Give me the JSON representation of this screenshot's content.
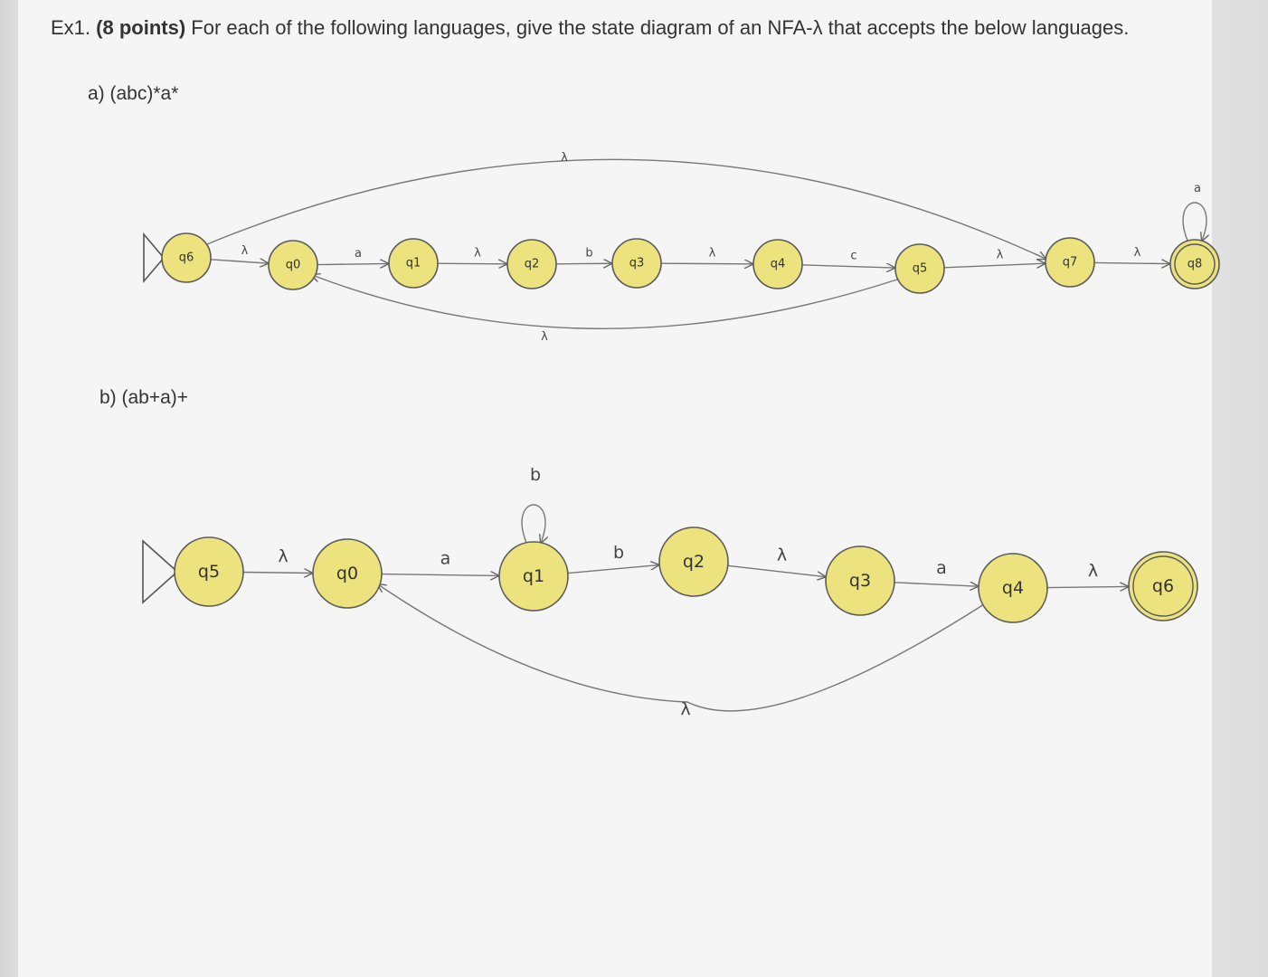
{
  "question": {
    "prefix": "Ex1.",
    "points": "(8 points)",
    "text": "For each of the following languages, give the state diagram of an NFA-λ that accepts the below languages."
  },
  "part_a": {
    "label": "a)  (abc)*a*",
    "states": [
      "q6",
      "q0",
      "q1",
      "q2",
      "q3",
      "q4",
      "q5",
      "q7",
      "q8"
    ],
    "start_state": "q6",
    "final_states": [
      "q8"
    ],
    "transitions": [
      {
        "from": "q6",
        "to": "q0",
        "symbol": "λ"
      },
      {
        "from": "q0",
        "to": "q1",
        "symbol": "a"
      },
      {
        "from": "q1",
        "to": "q2",
        "symbol": "λ"
      },
      {
        "from": "q2",
        "to": "q3",
        "symbol": "b"
      },
      {
        "from": "q3",
        "to": "q4",
        "symbol": "λ"
      },
      {
        "from": "q4",
        "to": "q5",
        "symbol": "c"
      },
      {
        "from": "q5",
        "to": "q7",
        "symbol": "λ"
      },
      {
        "from": "q7",
        "to": "q8",
        "symbol": "λ"
      },
      {
        "from": "q8",
        "to": "q8",
        "symbol": "a"
      },
      {
        "from": "q6",
        "to": "q7",
        "symbol": "λ"
      },
      {
        "from": "q5",
        "to": "q0",
        "symbol": "λ"
      }
    ]
  },
  "part_b": {
    "label": "b)  (ab+a)+",
    "states": [
      "q5",
      "q0",
      "q1",
      "q2",
      "q3",
      "q4",
      "q6"
    ],
    "start_state": "q5",
    "final_states": [
      "q6"
    ],
    "transitions": [
      {
        "from": "q5",
        "to": "q0",
        "symbol": "λ"
      },
      {
        "from": "q0",
        "to": "q1",
        "symbol": "a"
      },
      {
        "from": "q1",
        "to": "q1",
        "symbol": "b"
      },
      {
        "from": "q1",
        "to": "q2",
        "symbol": "b"
      },
      {
        "from": "q2",
        "to": "q3",
        "symbol": "λ"
      },
      {
        "from": "q3",
        "to": "q4",
        "symbol": "a"
      },
      {
        "from": "q4",
        "to": "q6",
        "symbol": "λ"
      },
      {
        "from": "q4",
        "to": "q0",
        "symbol": "λ"
      }
    ]
  },
  "colors": {
    "state_fill": "#ece37e",
    "state_stroke": "#5a5a5a",
    "edge": "#777777"
  }
}
